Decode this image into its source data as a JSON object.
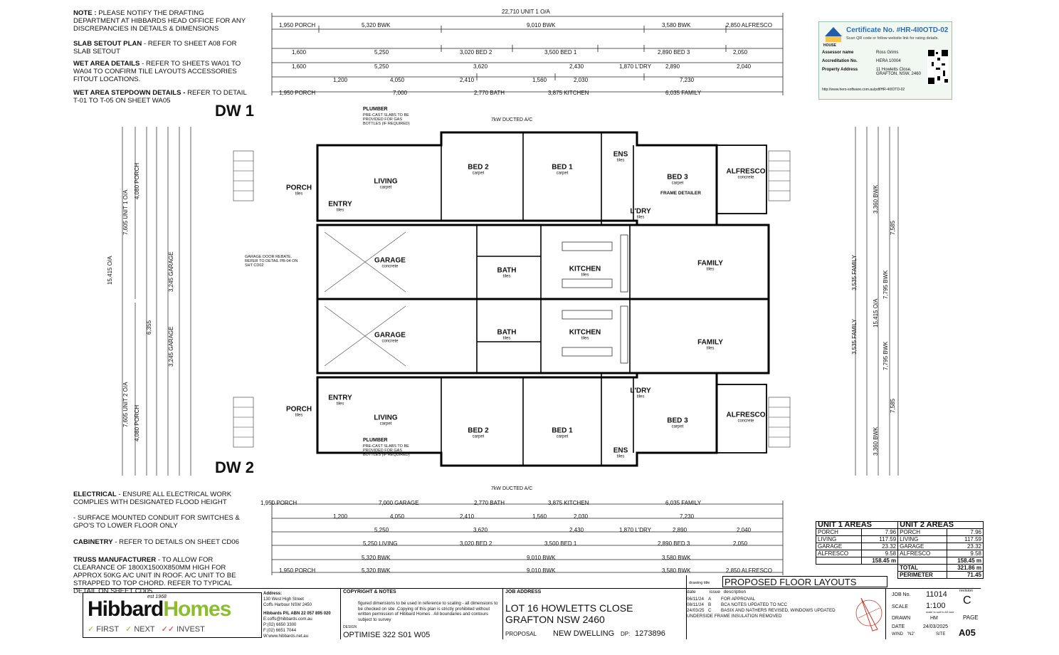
{
  "notes": {
    "note_head": "NOTE :",
    "note_body": "PLEASE NOTIFY THE DRAFTING DEPARTMENT AT HIBBARDS HEAD OFFICE FOR ANY DISCREPANCIES IN DETAILS & DIMENSIONS",
    "slab_head": "SLAB SETOUT PLAN",
    "slab_body": "- REFER TO SHEET A08 FOR SLAB SETOUT",
    "wet_head": "WET AREA DETAILS",
    "wet_body": "- REFER TO SHEETS WA01 TO WA04 TO CONFIRM TILE LAYOUTS ACCESSORIES FITOUT LOCATIONS.",
    "step_head": "WET AREA STEPDOWN DETAILS -",
    "step_body": "REFER TO DETAIL T-01 TO T-05 ON SHEET WA05",
    "elec_head": "ELECTRICAL",
    "elec_body": "- ENSURE ALL ELECTRICAL WORK COMPLIES WITH DESIGNATED FLOOD HEIGHT",
    "elec_body2": "- SURFACE MOUNTED CONDUIT FOR SWITCHES & GPO'S TO LOWER FLOOR ONLY",
    "cab_head": "CABINETRY",
    "cab_body": "- REFER TO DETAILS ON SHEET CD06",
    "truss_head": "TRUSS MANUFACTURER",
    "truss_body": "- TO ALLOW FOR CLEARANCE OF 1800x1500x850mm HIGH FOR APPROX 50kg A/C UNIT IN ROOF. A/C UNIT TO BE STRAPPED TO TOP CHORD. REFER TO TYPICAL DETAIL ON SHEET CD05"
  },
  "dims_top": {
    "row1": "22,710 UNIT 1 O/A",
    "row2a": "1,950 PORCH",
    "row2b": "5,320 BWK",
    "row2c": "9,010 BWK",
    "row2d": "3,580 BWK",
    "row2e": "2,850 ALFRESCO",
    "row3a": "1,600",
    "row3b": "5,250",
    "row3c": "3,020 BED 2",
    "row3d": "3,500 BED 1",
    "row3e": "2,890 BED 3",
    "row3f": "2,050",
    "row4a": "1,600",
    "row4b": "5,250",
    "row4c": "3,620",
    "row4d": "2,430",
    "row4e": "1,870 L'DRY",
    "row4f": "2,890",
    "row4g": "2,040",
    "row5a": "1,200",
    "row5b": "4,050",
    "row5c": "2,410",
    "row5d": "1,560",
    "row5e": "2,030",
    "row5f": "7,230",
    "row6a": "1,950 PORCH",
    "row6b": "7,000",
    "row6c": "2,770 BATH",
    "row6d": "3,875 KITCHEN",
    "row6e": "6,035 FAMILY"
  },
  "dims_bottom": {
    "row1a": "1,950 PORCH",
    "row1b": "7,000 GARAGE",
    "row1c": "2,770 BATH",
    "row1d": "3,875 KITCHEN",
    "row1e": "6,035 FAMILY",
    "row2a": "1,200",
    "row2b": "4,050",
    "row2c": "2,410",
    "row2d": "1,560",
    "row2e": "2,030",
    "row2f": "7,230",
    "row3a": "5,250",
    "row3b": "3,620",
    "row3c": "2,430",
    "row3d": "1,870 L'DRY",
    "row3e": "2,890",
    "row3f": "2,040",
    "row4a": "5,250 LIVING",
    "row4b": "3,020 BED 2",
    "row4c": "3,500 BED 1",
    "row4d": "2,890 BED 3",
    "row4e": "2,050",
    "row5a": "5,320 BWK",
    "row5b": "9,010 BWK",
    "row5c": "3,580 BWK",
    "row6a": "1,950 PORCH",
    "row6b": "5,320 BWK",
    "row6c": "9,010 BWK",
    "row6d": "3,580 BWK",
    "row6e": "2,850 ALFRESCO"
  },
  "dims_left": [
    "15,415 O/A",
    "7,605 UNIT 1 O/A",
    "7,605 UNIT 2 O/A",
    "6,355",
    "4,080 PORCH",
    "4,080 PORCH",
    "3,245 GARAGE",
    "3,245 GARAGE"
  ],
  "dims_right": [
    "15,415 O/A",
    "7,795 BWK",
    "7,795 BWK",
    "7,585",
    "7,585",
    "3,535 FAMILY",
    "3,535 FAMILY",
    "3,360 BWK",
    "3,360 BWK"
  ],
  "dw1": "DW 1",
  "dw2": "DW 2",
  "rooms_u1": [
    {
      "name": "PORCH",
      "sub": "tiles"
    },
    {
      "name": "ENTRY",
      "sub": "tiles"
    },
    {
      "name": "LIVING",
      "sub": "carpet"
    },
    {
      "name": "BED 2",
      "sub": "carpet"
    },
    {
      "name": "BED 1",
      "sub": "carpet"
    },
    {
      "name": "ENS",
      "sub": "tiles"
    },
    {
      "name": "BED 3",
      "sub": "carpet"
    },
    {
      "name": "ALFRESCO",
      "sub": "concrete"
    },
    {
      "name": "GARAGE",
      "sub": "concrete"
    },
    {
      "name": "BATH",
      "sub": "tiles"
    },
    {
      "name": "KITCHEN",
      "sub": "tiles"
    },
    {
      "name": "FAMILY",
      "sub": "tiles"
    },
    {
      "name": "L'DRY",
      "sub": "tiles"
    }
  ],
  "rooms_u2": [
    {
      "name": "PORCH",
      "sub": "tiles"
    },
    {
      "name": "ENTRY",
      "sub": "tiles"
    },
    {
      "name": "LIVING",
      "sub": "carpet"
    },
    {
      "name": "BED 2",
      "sub": "carpet"
    },
    {
      "name": "BED 1",
      "sub": "carpet"
    },
    {
      "name": "ENS",
      "sub": "tiles"
    },
    {
      "name": "BED 3",
      "sub": "carpet"
    },
    {
      "name": "ALFRESCO",
      "sub": "concrete"
    },
    {
      "name": "GARAGE",
      "sub": "concrete"
    },
    {
      "name": "BATH",
      "sub": "tiles"
    },
    {
      "name": "KITCHEN",
      "sub": "tiles"
    },
    {
      "name": "FAMILY",
      "sub": "tiles"
    },
    {
      "name": "L'DRY",
      "sub": "tiles"
    }
  ],
  "plan_notes": {
    "plumber_top": "PLUMBER",
    "plumber_top_note": "PRE-CAST SLABS TO BE PROVIDED FOR GAS BOTTLES (IF REQUIRED)",
    "ac_top": "7kW DUCTED A/C",
    "ac_bottom": "7kW DUCTED A/C",
    "plumber_bottom": "PLUMBER",
    "plumber_bottom_note": "PRE-CAST SLABS TO BE PROVIDED FOR GAS BOTTLES (IF REQUIRED)",
    "garage_door": "GARAGE DOOR REBATE. REFER TO DETAIL PB-04 ON SHT CD02",
    "frame_detailer": "FRAME DETAILER",
    "family_tiles": "tiles"
  },
  "certificate": {
    "title": "Certificate No. #HR-4I0OTD-02",
    "sub": "Scan QR code or follow website link for rating details.",
    "assessor_label": "Assessor name",
    "assessor": "Ross Grims",
    "accred_label": "Accreditation No.",
    "accred": "HERA 10004",
    "addr_label": "Property Address",
    "addr": "11 Howletts Close, GRAFTON, NSW, 2460",
    "url": "http://www.hero-software.com.au/pdf/HR-4I0OTD-02",
    "logo_text": "HOUSE"
  },
  "areas": {
    "u1_title": "UNIT 1 AREAS",
    "u2_title": "UNIT 2 AREAS",
    "rows": [
      {
        "label": "PORCH",
        "v1": "7.96",
        "v2": "7.96"
      },
      {
        "label": "LIVING",
        "v1": "117.59",
        "v2": "117.59"
      },
      {
        "label": "GARAGE",
        "v1": "23.32",
        "v2": "23.32"
      },
      {
        "label": "ALFRESCO",
        "v1": "9.58",
        "v2": "9.58"
      }
    ],
    "u1_total": "158.45 m",
    "u2_total": "158.45 m",
    "total_label": "TOTAL",
    "total": "321.86 m",
    "perim_label": "PERIMETER",
    "perim": "71.45"
  },
  "titleblock": {
    "brand_a": "Hibbard",
    "brand_b": "Homes",
    "est": "est 1968",
    "slogan1": "FIRST",
    "slogan2": "NEXT",
    "slogan3": "INVEST",
    "addr_head": "Address:",
    "addr1": "130 West High Street",
    "addr2": "Coffs Harbour NSW 2450",
    "abn": "Hibbards P/L ABN 22 057 895 020",
    "email": "E:coffs@hibbards.com.au",
    "phone": "P:(02) 6650 3300",
    "fax": "F:(02) 6651 7044",
    "web": "W:www.hibbards.net.au",
    "copy_head": "COPYRIGHT & NOTES",
    "copy_body": "figured dimensions to be used in reference to scaling - all dimensions to be checked on site .Copying of this plan is strictly prohibited without written permission of Hibbard Homes . All boundaries and contours subject to survey",
    "design_label": "DESIGN",
    "design": "OPTIMISE 322 S01 W05",
    "job_head": "JOB ADDRESS",
    "job1": "LOT 16 HOWLETTS CLOSE",
    "job2": "GRAFTON NSW 2460",
    "proposal": "PROPOSAL",
    "new_dwelling": "NEW DWELLING",
    "dp_label": "DP:",
    "dp": "1273896",
    "drawing_title_label": "drawing title",
    "drawing_title": "PROPOSED FLOOR LAYOUTS",
    "rev_date_h": "date",
    "rev_issue_h": "issue",
    "rev_desc_h": "description",
    "revs": [
      {
        "date": "06/11/24",
        "issue": "A",
        "desc": "FOR APPROVAL"
      },
      {
        "date": "08/11/24",
        "issue": "B",
        "desc": "BCA NOTES UPDATED TO NCC"
      },
      {
        "date": "24/03/25",
        "issue": "C",
        "desc": "BASIX AND NATHERS REVISED, WINDOWS UPDATED UNDERSIDE FRAME INSULATION REMOVED"
      }
    ],
    "jobno_label": "JOB No.",
    "jobno": "11014",
    "revision_label": "revision",
    "revision": "C",
    "scale_label": "SCALE",
    "scale": "1:100",
    "scale_note": "scale to suit to A3 size",
    "drawn_label": "DRAWN",
    "drawn": "HM",
    "page_label": "PAGE",
    "date_label": "DATE",
    "date": "24/03/2025",
    "wind_label": "WIND",
    "wind": "'N2'",
    "site_label": "SITE",
    "page": "A05"
  }
}
